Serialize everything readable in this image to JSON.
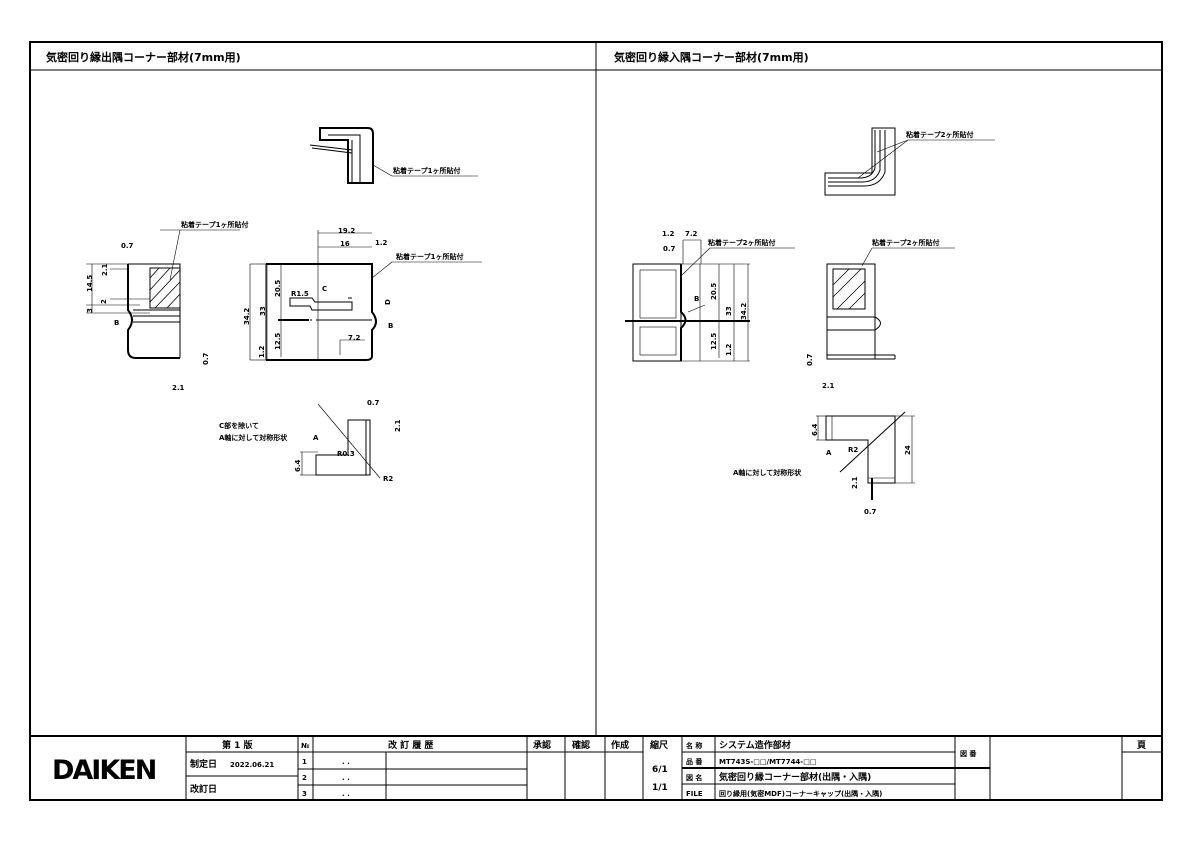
{
  "sheet": {
    "left_title": "気密回り縁出隅コーナー部材(7mm用)",
    "right_title": "気密回り縁入隅コーナー部材(7mm用)"
  },
  "left_drawing": {
    "tape_note_1": "粘着テープ1ヶ所貼付",
    "tape_note_2": "粘着テープ1ヶ所貼付",
    "tape_note_3": "粘着テープ1ヶ所貼付",
    "dims": {
      "d0_7a": "0.7",
      "d2_1a": "2.1",
      "d14_5": "14.5",
      "d2": "2",
      "d3": "3",
      "labelB1": "B",
      "d0_7b": "0.7",
      "d2_1b": "2.1",
      "d19_2": "19.2",
      "d16": "16",
      "d1_2a": "1.2",
      "d34_2": "34.2",
      "d33": "33",
      "d20_5": "20.5",
      "r1_5": "R1.5",
      "labelC": "C",
      "labelD": "D",
      "d12_5": "12.5",
      "d1_2b": "1.2",
      "d7_2": "7.2",
      "labelB2": "B",
      "d0_7c": "0.7",
      "d2_1c": "2.1",
      "d6_4": "6.4",
      "r0_3": "R0.3",
      "r2": "R2",
      "labelA": "A"
    },
    "symmetry_note_1": "C部を除いて",
    "symmetry_note_2": "A軸に対して対称形状"
  },
  "right_drawing": {
    "tape_note_1": "粘着テープ2ヶ所貼付",
    "tape_note_2": "粘着テープ2ヶ所貼付",
    "tape_note_3": "粘着テープ2ヶ所貼付",
    "dims": {
      "d1_2a": "1.2",
      "d7_2": "7.2",
      "d0_7a": "0.7",
      "labelB": "B",
      "d20_5": "20.5",
      "d33": "33",
      "d34_2": "34.2",
      "d12_5": "12.5",
      "d1_2b": "1.2",
      "d0_7b": "0.7",
      "d2_1a": "2.1",
      "d6_4": "6.4",
      "r2": "R2",
      "d24": "24",
      "labelA": "A",
      "d2_1b": "2.1",
      "d0_7c": "0.7"
    },
    "symmetry_note": "A軸に対して対称形状"
  },
  "title_block": {
    "logo": "DAIKEN",
    "edition": "第 1 版",
    "established_label": "制定日",
    "established_date": "2022.06.21",
    "revised_label": "改訂日",
    "no_header": "№",
    "history_header": "改 訂 履 歴",
    "rows": [
      {
        "no": "1",
        "date": ". ."
      },
      {
        "no": "2",
        "date": ". ."
      },
      {
        "no": "3",
        "date": ". ."
      }
    ],
    "approved_header": "承認",
    "checked_header": "確認",
    "created_header": "作成",
    "scale_header": "縮尺",
    "scale_1": "6/1",
    "scale_2": "1/1",
    "name_label": "名 称",
    "name_value": "システム造作部材",
    "part_label": "品 番",
    "part_value": "MT743S-□□/MT7744-□□",
    "drawing_label": "図 名",
    "drawing_value": "気密回り縁コーナー部材(出隅・入隅)",
    "file_label": "FILE",
    "file_value": "回り縁用(気密MDF)コーナーキャップ(出隅・入隅)",
    "drawing_no_label": "図 番",
    "page_label": "頁"
  }
}
